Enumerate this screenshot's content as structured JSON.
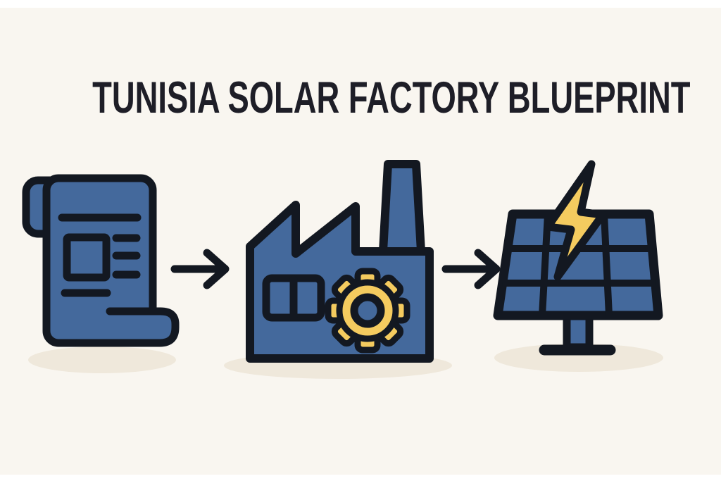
{
  "title": "TUNISIA SOLAR FACTORY BLUEPRINT",
  "flow": {
    "steps": [
      {
        "id": "blueprint",
        "icon": "blueprint-scroll-icon"
      },
      {
        "id": "factory",
        "icon": "factory-gear-icon"
      },
      {
        "id": "solar-energy",
        "icon": "solar-panel-lightning-icon"
      }
    ],
    "connector": "right-arrow"
  },
  "colors": {
    "background": "#f9f6f0",
    "band": "#ffffff",
    "blue": "#44699c",
    "outline": "#131821",
    "title_ink": "#1e1e27",
    "yellow": "#f4cb5f",
    "shadow": "#efe8db"
  }
}
